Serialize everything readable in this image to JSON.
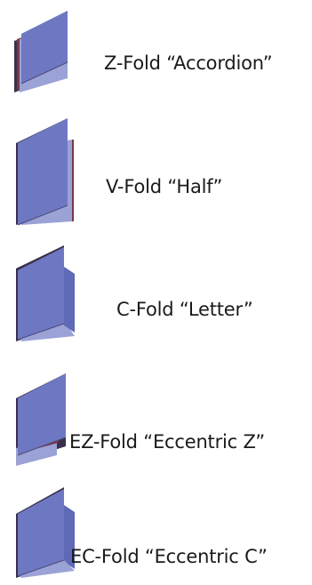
{
  "colors": {
    "panel_front": "#6e78c2",
    "panel_mid": "#5f69b5",
    "panel_light": "#9aa2d6",
    "edge_dark": "#3a2f4a",
    "edge_red": "#7a3848"
  },
  "folds": [
    {
      "label": "Z-Fold  “Accordion”",
      "icon": "z-fold-icon"
    },
    {
      "label": "V-Fold “Half”",
      "icon": "v-fold-icon"
    },
    {
      "label": "C-Fold “Letter”",
      "icon": "c-fold-icon"
    },
    {
      "label": "EZ-Fold “Eccentric Z”",
      "icon": "ez-fold-icon"
    },
    {
      "label": "EC-Fold “Eccentric C”",
      "icon": "ec-fold-icon"
    }
  ]
}
